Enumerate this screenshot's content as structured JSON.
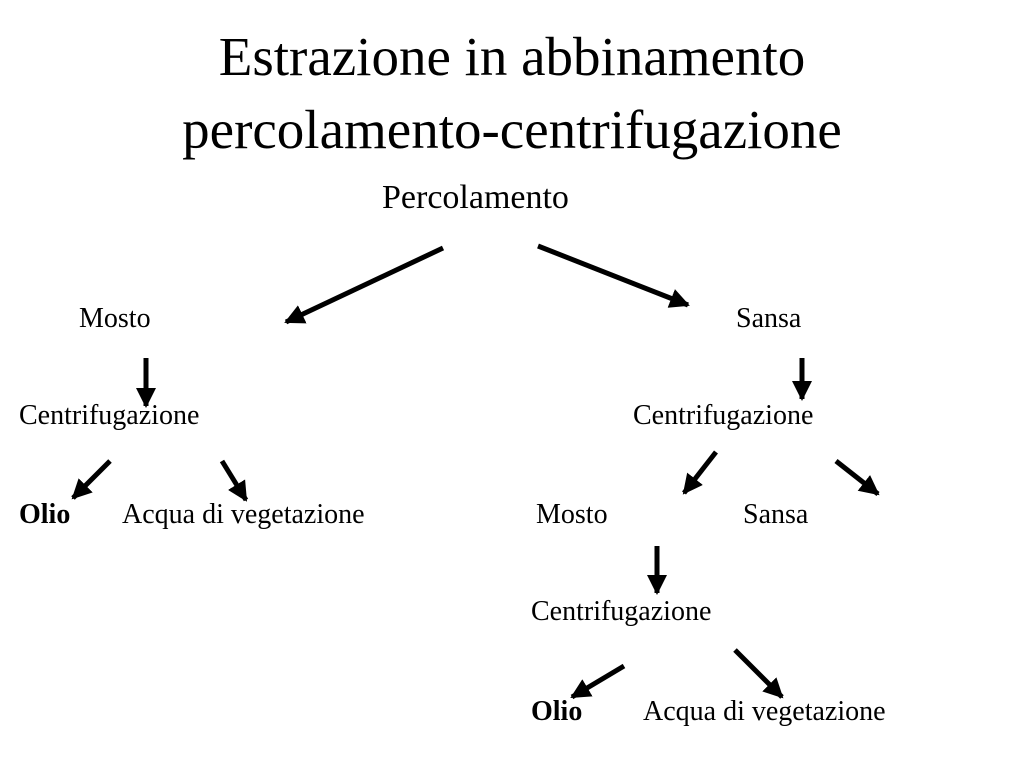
{
  "title": {
    "line1": "Estrazione in abbinamento",
    "line2": "percolamento-centrifugazione"
  },
  "nodes": {
    "percolamento": "Percolamento",
    "left_mosto": "Mosto",
    "right_sansa": "Sansa",
    "left_centrifugazione": "Centrifugazione",
    "right_centrifugazione": "Centrifugazione",
    "left_olio": "Olio",
    "left_acqua": "Acqua di vegetazione",
    "right_mosto": "Mosto",
    "right_sansa_2": "Sansa",
    "bottom_centrifugazione": "Centrifugazione",
    "bottom_olio": "Olio",
    "bottom_acqua": "Acqua di vegetazione"
  }
}
